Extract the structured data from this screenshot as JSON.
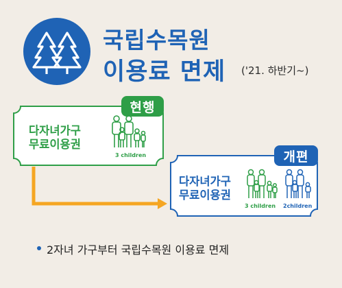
{
  "header": {
    "title_line1": "국립수목원",
    "title_line2": "이용료 면제",
    "period": "('21. 하반기~)"
  },
  "current_ticket": {
    "badge": "현행",
    "text_line1": "다자녀가구",
    "text_line2": "무료이용권",
    "figure_caption": "3 children"
  },
  "revised_ticket": {
    "badge": "개편",
    "text_line1": "다자녀가구",
    "text_line2": "무료이용권",
    "figure_caption_1": "3 children",
    "figure_caption_2": "2children"
  },
  "footer": {
    "bullet": "2자녀 가구부터 국립수목원 이용료 면제"
  },
  "colors": {
    "blue": "#1f63b5",
    "green": "#2e9e47",
    "orange": "#f5a623",
    "background": "#f2ede6"
  },
  "icons": [
    "tree-icon",
    "family-icon",
    "arrow-icon"
  ]
}
